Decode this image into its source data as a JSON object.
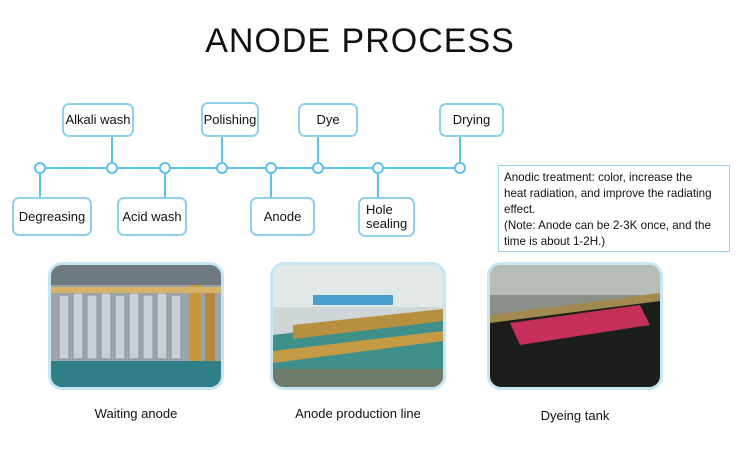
{
  "title": "ANODE PROCESS",
  "steps_top": [
    "Alkali wash",
    "Polishing",
    "Dye",
    "Drying"
  ],
  "steps_bottom": [
    "Degreasing",
    "Acid wash",
    "Anode",
    "Hole sealing"
  ],
  "note": {
    "line1": "Anodic treatment: color, increase the",
    "line2": "heat radiation, and improve the radiating",
    "line3": "effect.",
    "line4": "(Note: Anode can be 2-3K once, and the",
    "line5": "time is about 1-2H.)"
  },
  "photos": [
    {
      "caption": "Waiting anode"
    },
    {
      "caption": "Anode production line"
    },
    {
      "caption": "Dyeing tank"
    }
  ],
  "colors": {
    "accent": "#5bc2e8",
    "border": "#8fd0ea",
    "dye_tank": "#c4305a"
  }
}
